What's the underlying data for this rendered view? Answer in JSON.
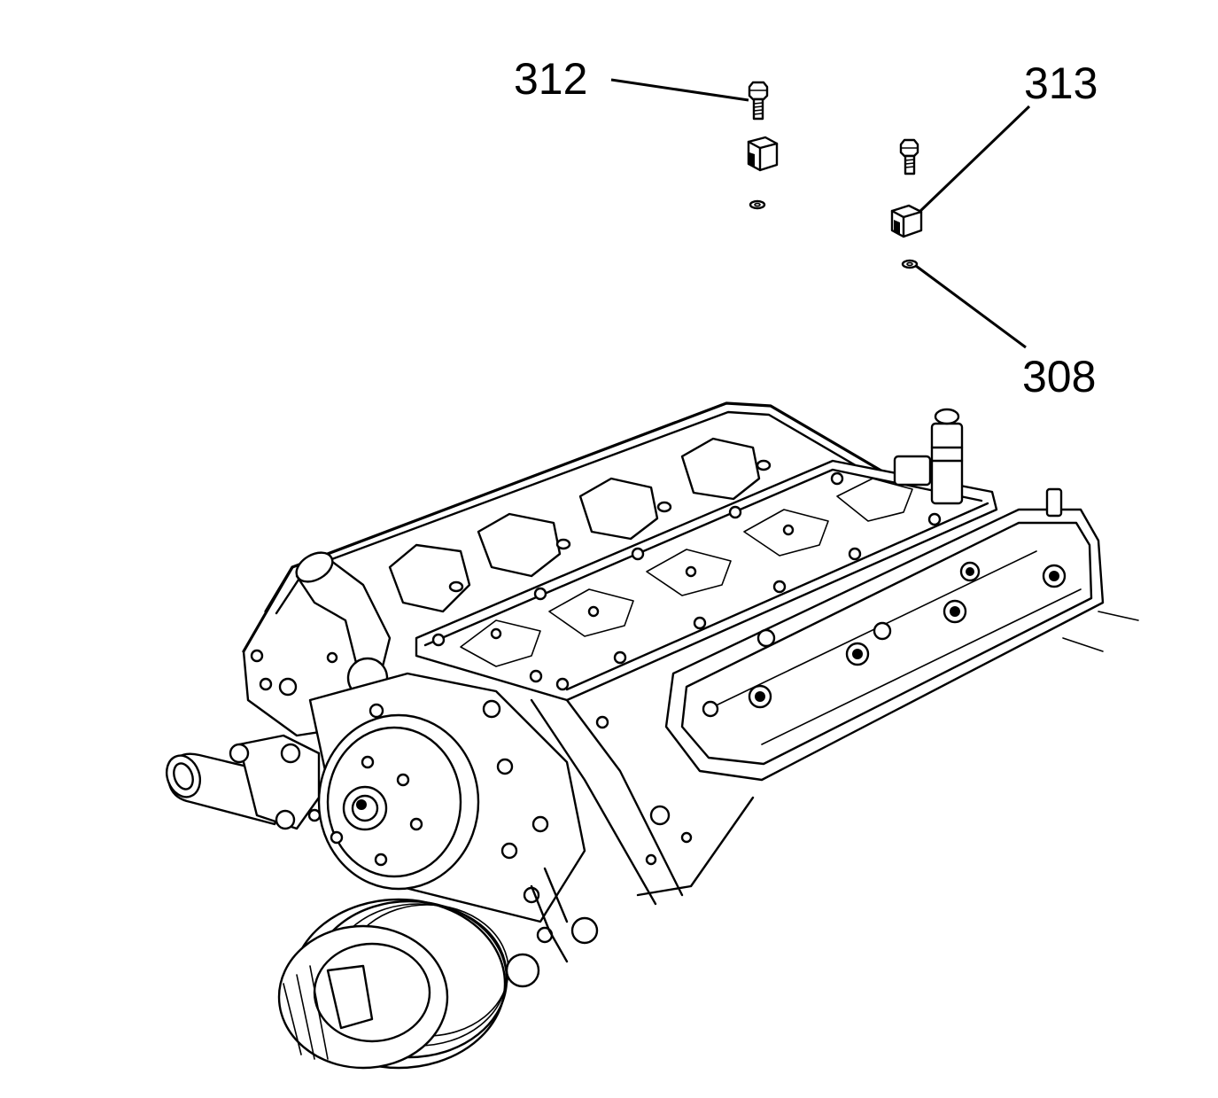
{
  "callouts": {
    "c312": "312",
    "c313": "313",
    "c308": "308"
  },
  "colors": {
    "line": "#000000",
    "background": "#ffffff"
  }
}
